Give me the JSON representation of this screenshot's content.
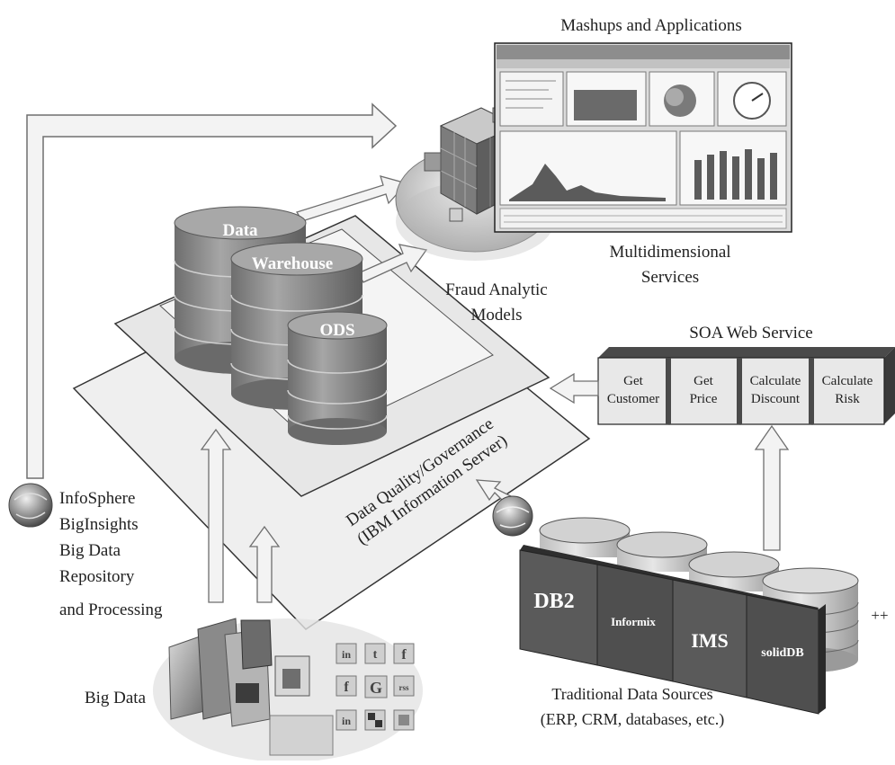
{
  "labels": {
    "mashups": "Mashups and Applications",
    "multidimensional_1": "Multidimensional",
    "multidimensional_2": "Services",
    "fraud_1": "Fraud Analytic",
    "fraud_2": "Models",
    "soa": "SOA Web Service",
    "governance_1": "Data Quality/Governance",
    "governance_2": "(IBM Information Server)",
    "infosphere": [
      "InfoSphere",
      "BigInsights",
      "Big Data",
      "Repository",
      "and Processing"
    ],
    "big_data": "Big Data",
    "traditional_1": "Traditional Data Sources",
    "traditional_2": "(ERP, CRM, databases, etc.)",
    "plus": "++"
  },
  "warehouse": {
    "data_label": "Data",
    "warehouse_label": "Warehouse",
    "ods_label": "ODS"
  },
  "soa_services": [
    {
      "line1": "Get",
      "line2": "Customer"
    },
    {
      "line1": "Get",
      "line2": "Price"
    },
    {
      "line1": "Calculate",
      "line2": "Discount"
    },
    {
      "line1": "Calculate",
      "line2": "Risk"
    }
  ],
  "sources": [
    {
      "name": "DB2"
    },
    {
      "name": "Informix"
    },
    {
      "name": "IMS"
    },
    {
      "name": "solidDB"
    }
  ],
  "social_icons": [
    "in",
    "t",
    "f",
    "f",
    "G",
    "rss",
    "in",
    "",
    ""
  ],
  "colors": {
    "arrow_fill": "#f2f2f2",
    "arrow_stroke": "#7a7a7a",
    "cyl_body": "#8c8c8c",
    "cyl_top": "#b4b4b4",
    "plane": "#ececec",
    "box_front": "#e9e9e9",
    "box_side": "#595959",
    "source_front": "#5a5a5a"
  }
}
